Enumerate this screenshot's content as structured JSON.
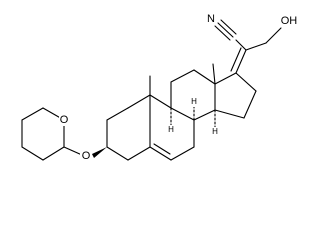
{
  "molecule": {
    "atoms": {
      "nitrile_n": "N",
      "hydroxyl": "OH",
      "ether_o": "O",
      "pyran_o": "O",
      "h8": "H",
      "h9": "H",
      "h14": "H"
    }
  }
}
